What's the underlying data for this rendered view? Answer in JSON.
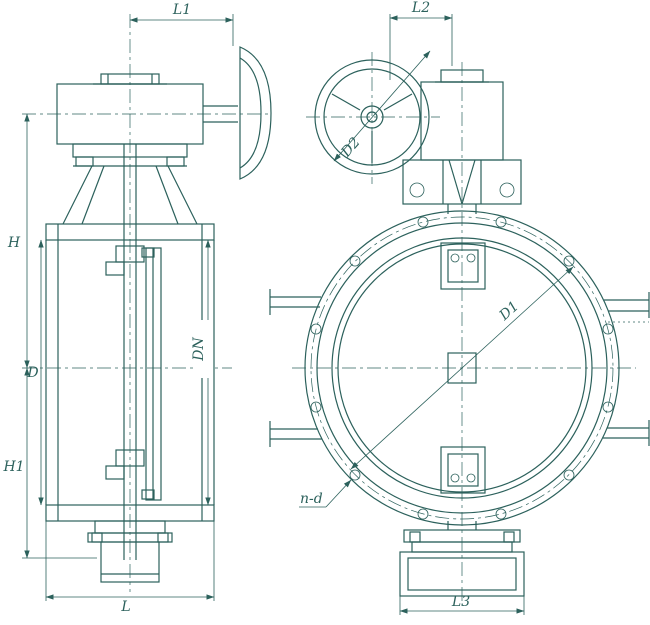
{
  "drawing": {
    "line_color": "#2c615c",
    "labels": {
      "L1": "L1",
      "L2": "L2",
      "H": "H",
      "D": "D",
      "DN": "DN",
      "H1": "H1",
      "L": "L",
      "D1": "D1",
      "D2": "D2",
      "n_d": "n-d",
      "L3": "L3"
    }
  }
}
